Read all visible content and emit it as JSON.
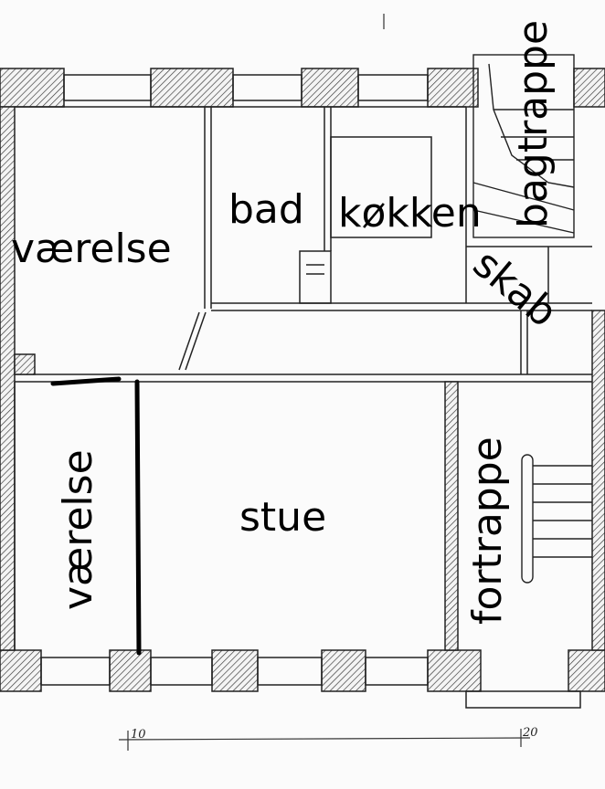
{
  "rooms": {
    "vaerelse_top": "værelse",
    "bad": "bad",
    "kokken": "køkken",
    "bagtrappe": "bagtrappe",
    "skab": "skab",
    "vaerelse_left": "værelse",
    "stue": "stue",
    "fortrappe": "fortrappe"
  },
  "scale": {
    "tick_10": "10",
    "tick_20": "20"
  }
}
